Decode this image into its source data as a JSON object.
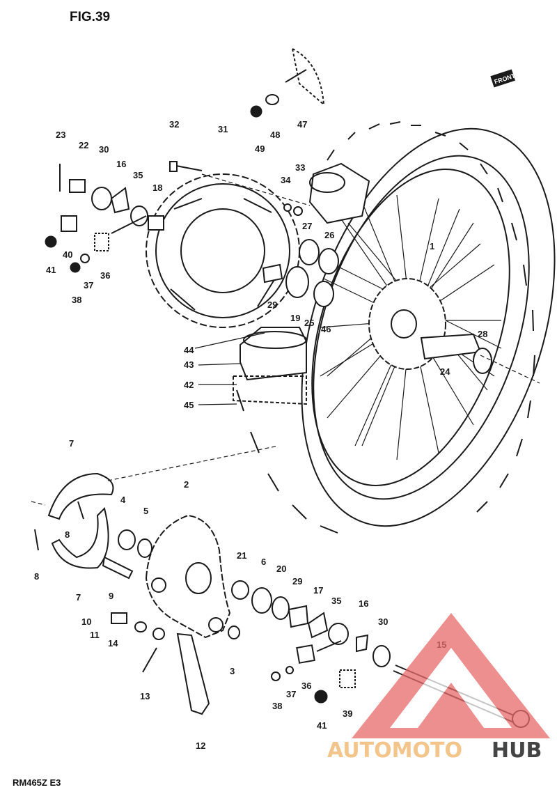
{
  "figure": {
    "title": "FIG.39",
    "model_code": "RM465Z E3",
    "front_label": "FRONT"
  },
  "watermark": {
    "text_a": "AUTOMOTO",
    "text_b": "HUB",
    "colors": {
      "logo": "#e86a6a",
      "text_a": "#f3c58a",
      "text_b": "#444444"
    }
  },
  "callouts": [
    "FIG.39",
    "47",
    "48",
    "49",
    "32",
    "31",
    "23",
    "22",
    "30",
    "16",
    "35",
    "18",
    "34",
    "33",
    "27",
    "26",
    "40",
    "41",
    "37",
    "36",
    "38",
    "29",
    "19",
    "25",
    "46",
    "1",
    "28",
    "44",
    "43",
    "42",
    "45",
    "24",
    "7",
    "8",
    "4",
    "5",
    "2",
    "8",
    "7",
    "9",
    "10",
    "11",
    "14",
    "13",
    "3",
    "12",
    "21",
    "6",
    "20",
    "29",
    "17",
    "35",
    "16",
    "30",
    "15",
    "36",
    "37",
    "38",
    "39",
    "41"
  ]
}
